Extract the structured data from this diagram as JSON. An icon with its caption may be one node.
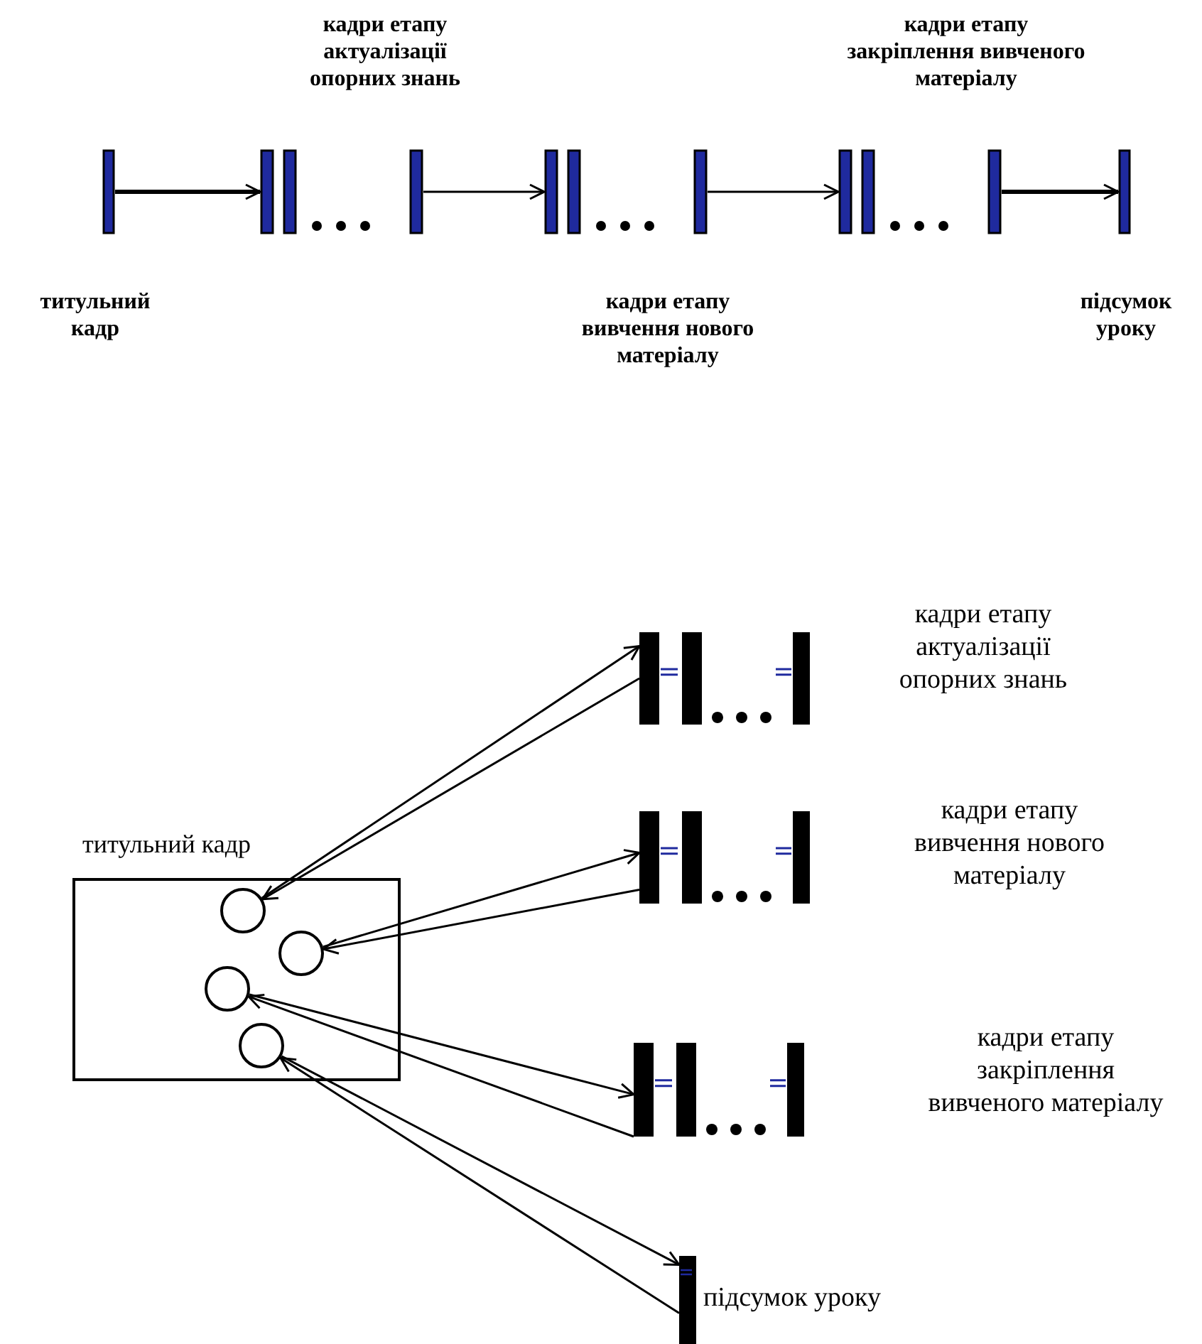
{
  "diagram": {
    "nodes": [
      {
        "text": [
          "титульний кадр"
        ]
      },
      {
        "text": [
          "кадри етапу актуалізації опорних знань"
        ]
      },
      {
        "text": [
          "кадри етапу вивчення нового матеріалу"
        ]
      },
      {
        "text": [
          "кадри етапу закріплення вивченого матеріалу"
        ]
      },
      {
        "text": [
          "підсумок уроку"
        ]
      },
      {
        "text": [
          "титульний кадр"
        ]
      },
      {
        "text": [],
        "shape": "circle",
        "in": 5
      },
      {
        "text": [],
        "shape": "circle",
        "in": 5
      },
      {
        "text": [],
        "shape": "circle",
        "in": 5
      },
      {
        "text": [],
        "shape": "circle",
        "in": 5
      },
      {
        "text": [
          "кадри етапу актуалізації опорних знань"
        ]
      },
      {
        "text": [
          "кадри етапу вивчення нового матеріалу"
        ]
      },
      {
        "text": [
          "кадри етапу закріплення вивченого матеріалу"
        ]
      },
      {
        "text": [
          "підсумок уроку"
        ]
      }
    ],
    "edges": [
      {
        "from": 0,
        "to": 1,
        "arrow": "to",
        "style": "thick"
      },
      {
        "from": 1,
        "to": 2,
        "arrow": "to"
      },
      {
        "from": 2,
        "to": 3,
        "arrow": "to"
      },
      {
        "from": 3,
        "to": 4,
        "arrow": "to",
        "style": "thick"
      },
      {
        "from": 6,
        "to": 10,
        "arrow": "to"
      },
      {
        "from": 10,
        "to": 6,
        "arrow": "to"
      },
      {
        "from": 7,
        "to": 11,
        "arrow": "to"
      },
      {
        "from": 11,
        "to": 7,
        "arrow": "to"
      },
      {
        "from": 8,
        "to": 12,
        "arrow": "to"
      },
      {
        "from": 12,
        "to": 8,
        "arrow": "to"
      },
      {
        "from": 9,
        "to": 13,
        "arrow": "to"
      },
      {
        "from": 13,
        "to": 9,
        "arrow": "to"
      }
    ]
  }
}
